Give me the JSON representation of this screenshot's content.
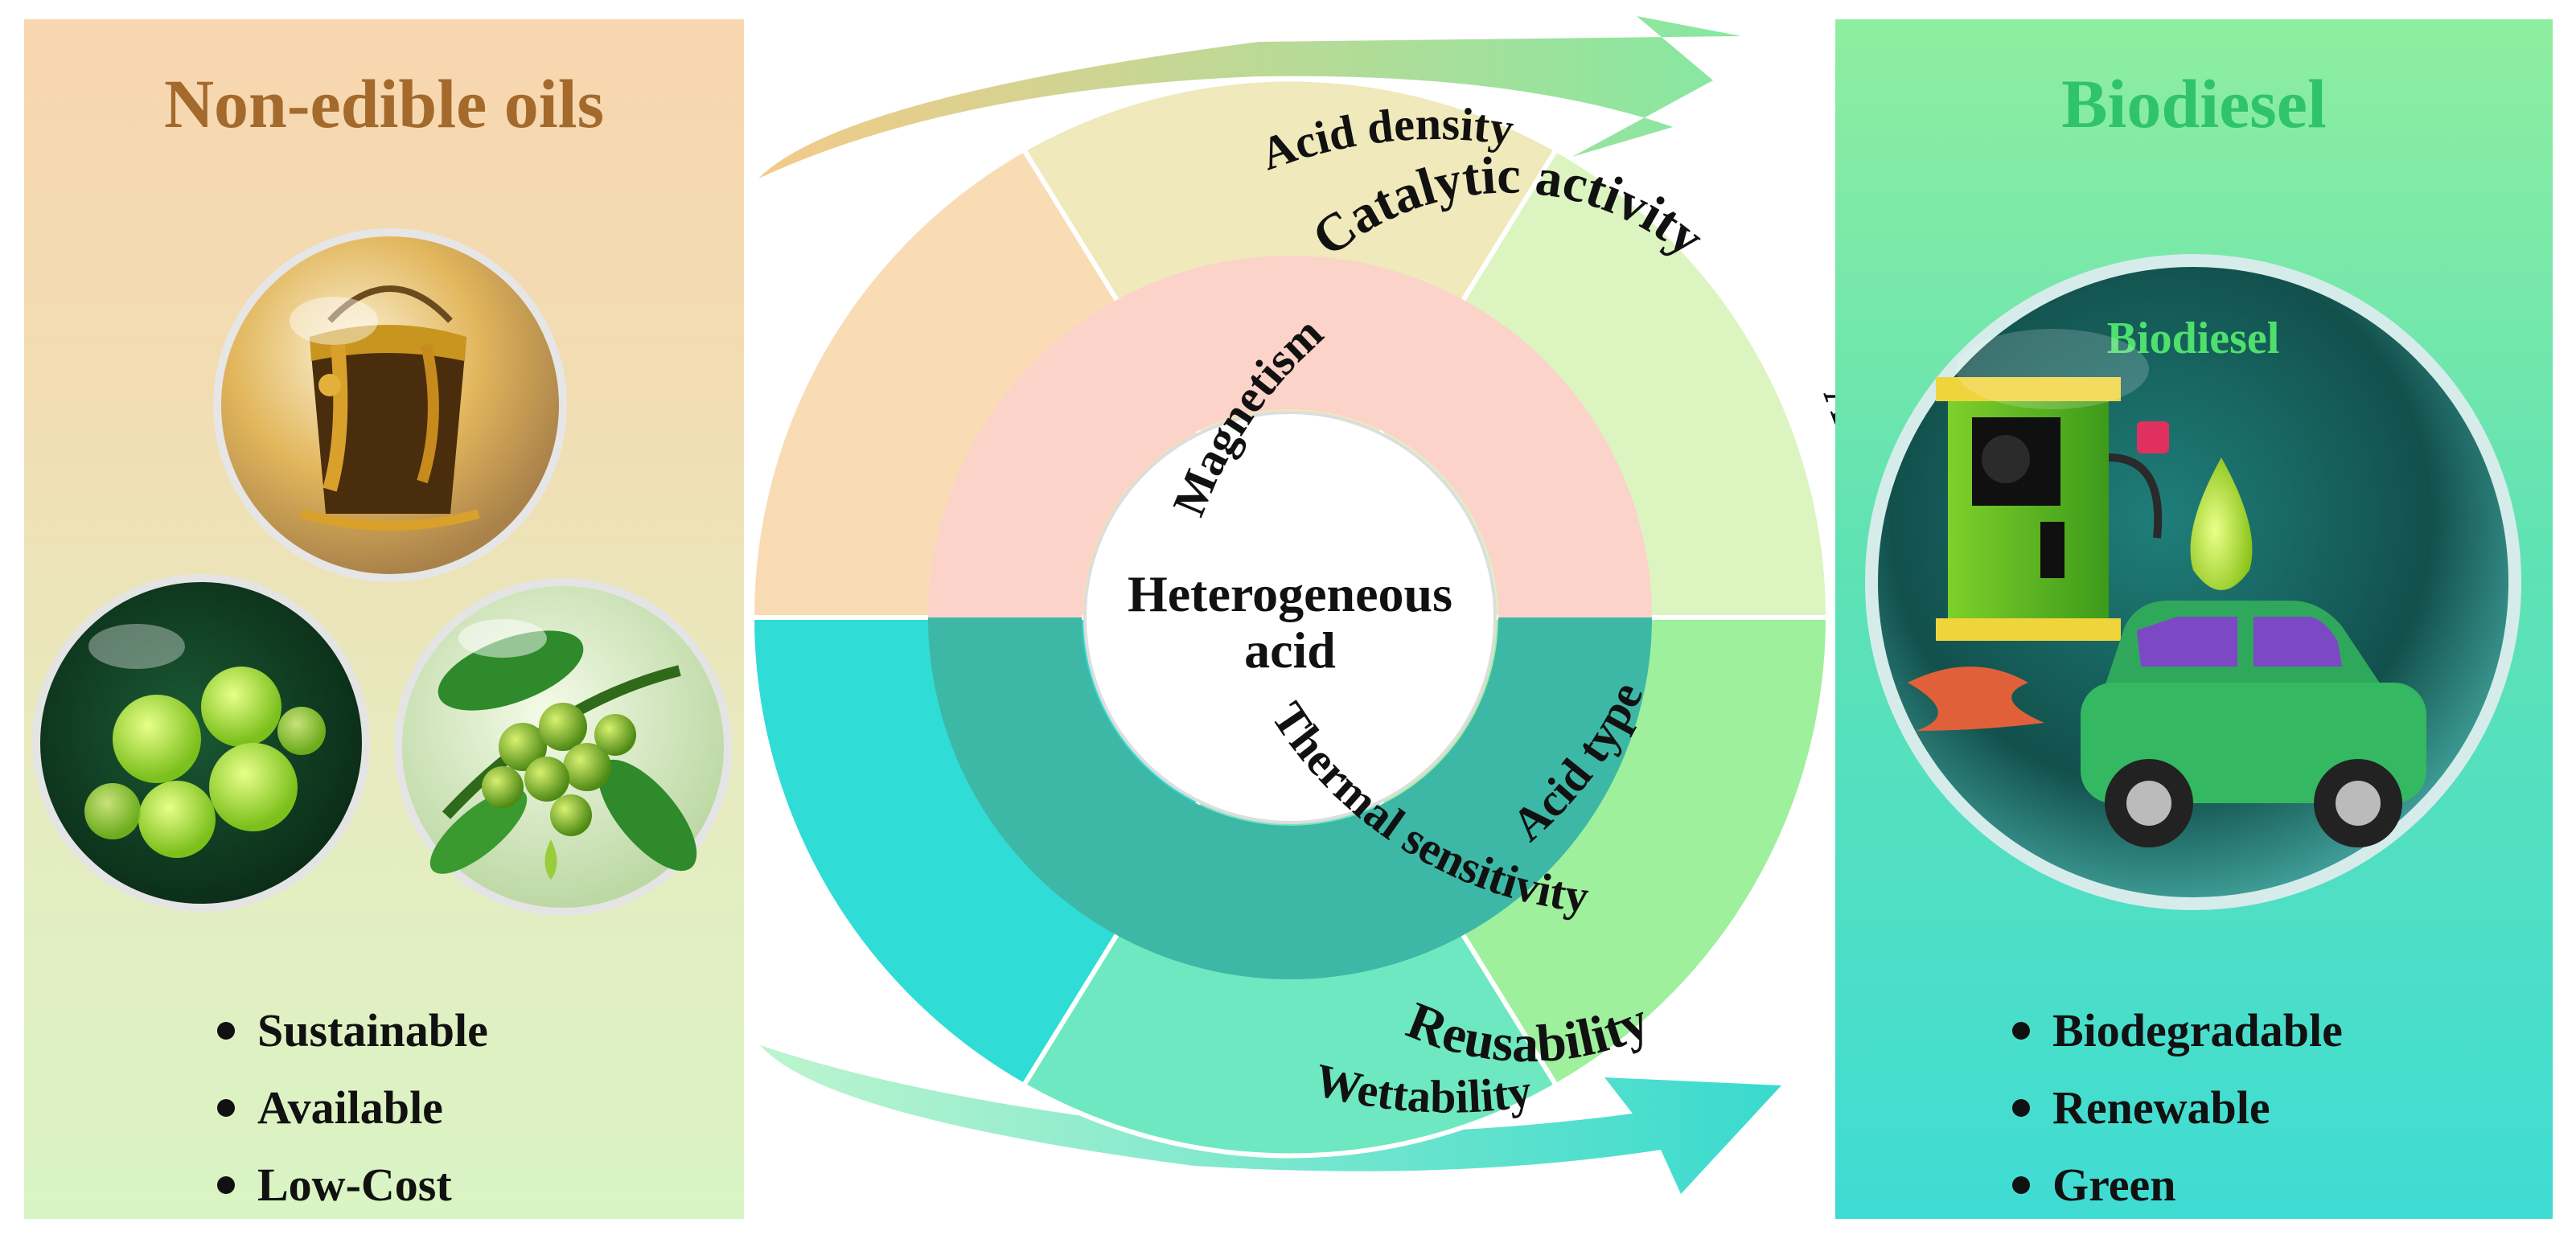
{
  "left_panel": {
    "title": "Non-edible oils",
    "bullets": [
      "Sustainable",
      "Available",
      "Low-Cost"
    ]
  },
  "right_panel": {
    "title": "Biodiesel",
    "bubble_label": "Biodiesel",
    "bullets": [
      "Biodegradable",
      "Renewable",
      "Green"
    ]
  },
  "wheel": {
    "center": [
      "Heterogeneous",
      "acid"
    ],
    "inner": {
      "top": "Catalytic activity",
      "bottom": "Reusability"
    },
    "outer": {
      "magnetism": "Magnetism",
      "acid_density": "Acid density",
      "acid_strength": "Acid strength",
      "thermal_sensitivity": "Thermal sensitivity",
      "wettability": "Wettability",
      "acid_type": "Acid type"
    }
  },
  "colors": {
    "magnetism": "#f9dcb4",
    "acid_density": "#efe9bb",
    "acid_strength": "#dcf4c0",
    "thermal_sensitivity": "#2fdcd6",
    "wettability": "#6ee8c0",
    "acid_type": "#9ef09c",
    "inner_top": "#fbd3c8",
    "inner_bottom": "#3db8a6"
  },
  "icons": [
    "oil-bucket-icon",
    "microalgae-icon",
    "jatropha-fruit-icon",
    "fuel-pump-icon",
    "fuel-drop-icon",
    "green-car-icon"
  ]
}
